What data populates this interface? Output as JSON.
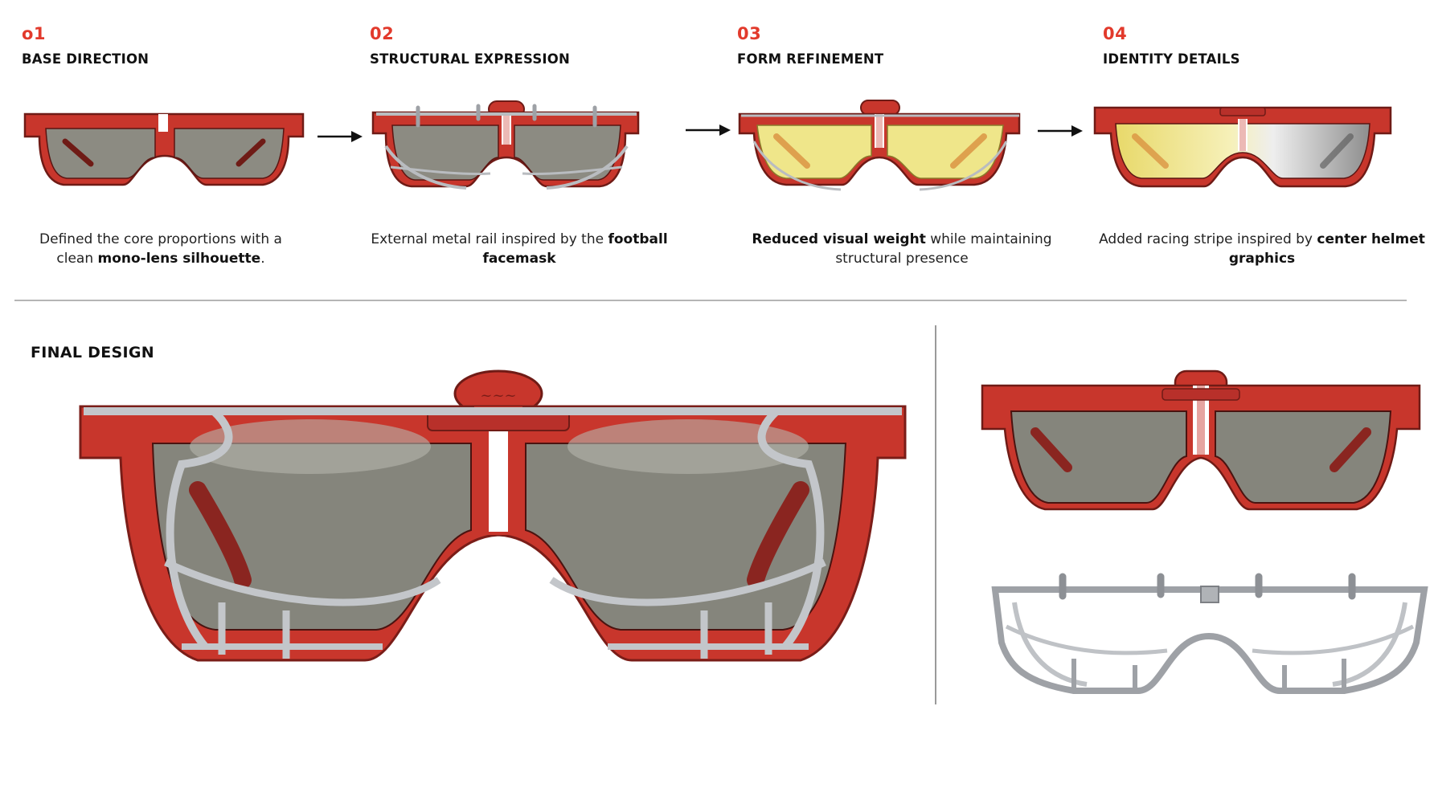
{
  "steps": [
    {
      "num": "o1",
      "title": "BASE DIRECTION",
      "caption": [
        {
          "t": "Defined the core proportions with a",
          "b": false
        },
        {
          "br": true
        },
        {
          "t": "clean ",
          "b": false
        },
        {
          "t": "mono-lens silhouette",
          "b": true
        },
        {
          "t": ".",
          "b": false
        }
      ]
    },
    {
      "num": "02",
      "title": "STRUCTURAL EXPRESSION",
      "caption": [
        {
          "t": "External metal rail inspired by the ",
          "b": false
        },
        {
          "t": "football",
          "b": true
        },
        {
          "br": true
        },
        {
          "t": "facemask",
          "b": true
        }
      ]
    },
    {
      "num": "03",
      "title": "FORM REFINEMENT",
      "caption": [
        {
          "t": "Reduced visual weight",
          "b": true
        },
        {
          "t": " while maintaining",
          "b": false
        },
        {
          "br": true
        },
        {
          "t": "structural presence",
          "b": false
        }
      ]
    },
    {
      "num": "04",
      "title": "IDENTITY DETAILS",
      "caption": [
        {
          "t": "Added racing stripe inspired by ",
          "b": false
        },
        {
          "t": "center helmet",
          "b": true
        },
        {
          "br": true
        },
        {
          "t": "graphics",
          "b": true
        }
      ]
    }
  ],
  "final": {
    "title": "FINAL DESIGN"
  },
  "icons": [
    "arrow-right-icon",
    "arrow-right-icon",
    "arrow-right-icon"
  ],
  "colors": {
    "accent": "#e23a2c",
    "frame_red": "#c8362c",
    "lens_gray": "#8a8a80",
    "lens_yellow": "#efe68a",
    "metal": "#b9bcc0"
  }
}
